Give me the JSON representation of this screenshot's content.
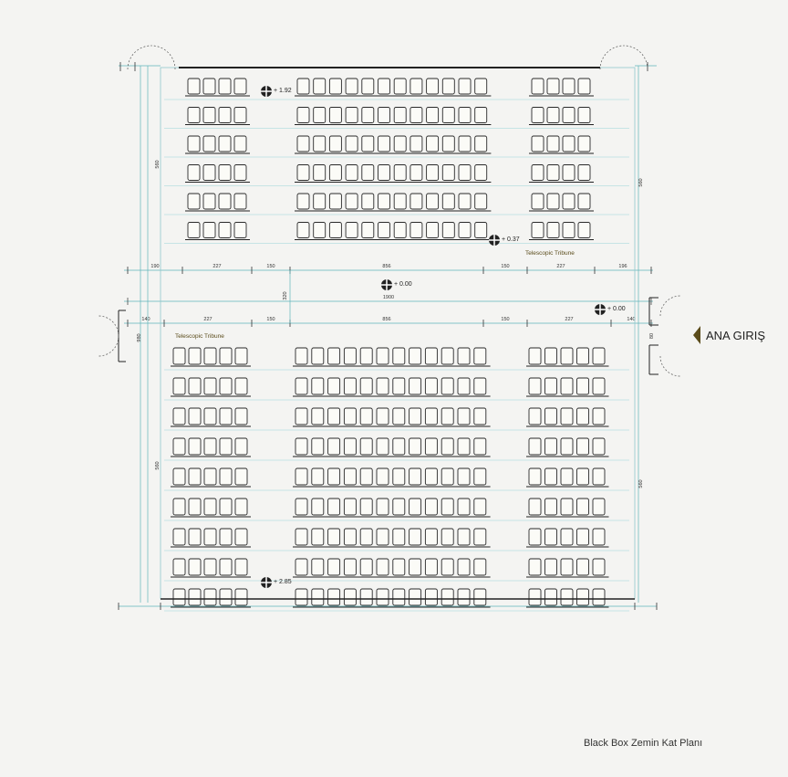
{
  "plan": {
    "title": "Black Box Zemin Kat Planı",
    "entry_label": "ANA GIRIŞ",
    "tribune_labels": [
      "Telescopic Tribune",
      "Telescopic Tribune"
    ],
    "levels": [
      "+ 1.92",
      "+ 0.37",
      "+ 0.00",
      "+ 0.00",
      "+ 2.85"
    ],
    "dimensions_upper": [
      "190",
      "227",
      "150",
      "856",
      "150",
      "227",
      "196"
    ],
    "dimensions_lower": [
      "140",
      "227",
      "150",
      "856",
      "150",
      "227",
      "140"
    ],
    "dimensions_mid": [
      "320",
      "1900"
    ],
    "dimensions_vertical": [
      "560",
      "560",
      "560",
      "980",
      "80"
    ]
  }
}
